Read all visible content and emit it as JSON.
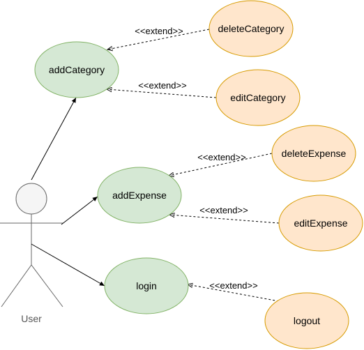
{
  "colors": {
    "primary_fill": "#d5e8d4",
    "primary_stroke": "#82b366",
    "extension_fill": "#ffe6cc",
    "extension_stroke": "#d79b00",
    "line": "#000000",
    "actor_stroke": "#666666",
    "actor_head_fill": "#f5f5f5"
  },
  "actor": {
    "label": "User"
  },
  "use_cases": {
    "addCategory": "addCategory",
    "addExpense": "addExpense",
    "login": "login",
    "deleteCategory": "deleteCategory",
    "editCategory": "editCategory",
    "deleteExpense": "deleteExpense",
    "editExpense": "editExpense",
    "logout": "logout"
  },
  "extend_label": "<<extend>>"
}
